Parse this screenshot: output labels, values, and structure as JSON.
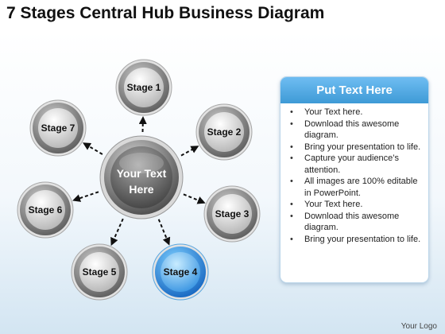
{
  "title": "7 Stages Central Hub Business Diagram",
  "hub": {
    "line1": "Your Text",
    "line2": "Here"
  },
  "stages": [
    {
      "label": "Stage 1",
      "highlight": false
    },
    {
      "label": "Stage 2",
      "highlight": false
    },
    {
      "label": "Stage 3",
      "highlight": false
    },
    {
      "label": "Stage 4",
      "highlight": true
    },
    {
      "label": "Stage 5",
      "highlight": false
    },
    {
      "label": "Stage 6",
      "highlight": false
    },
    {
      "label": "Stage 7",
      "highlight": false
    }
  ],
  "panel": {
    "header": "Put Text Here",
    "items": [
      "Your Text here.",
      "Download this awesome diagram.",
      "Bring your presentation to life.",
      "Capture your audience’s attention.",
      "All images are 100% editable in PowerPoint.",
      "Your Text here.",
      "Download this awesome diagram.",
      "Bring your presentation to life."
    ]
  },
  "footer": {
    "logo": "Your Logo"
  },
  "colors": {
    "accent": "#3e9ad6",
    "highlight_node": "#2f8fe0",
    "node_gray": "#8a8a8a"
  }
}
